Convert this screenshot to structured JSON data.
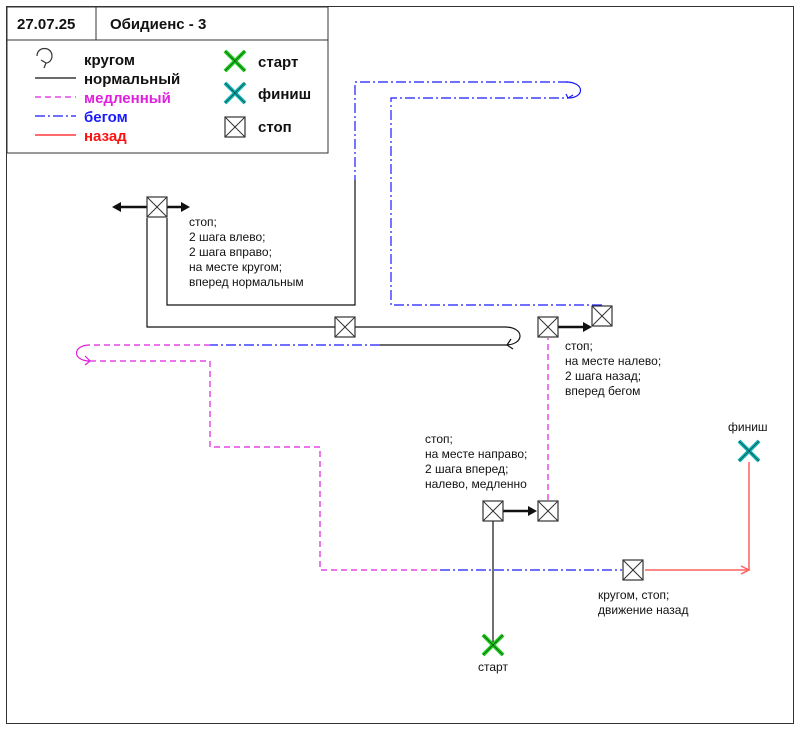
{
  "header": {
    "date": "27.07.25",
    "title": "Обидиенс - 3"
  },
  "legend": {
    "lines": [
      {
        "key": "round",
        "label": "кругом",
        "color": "#111111"
      },
      {
        "key": "normal",
        "label": "нормальный",
        "color": "#111111"
      },
      {
        "key": "slow",
        "label": "медленный",
        "color": "#e020e0"
      },
      {
        "key": "run",
        "label": "бегом",
        "color": "#1a1aff"
      },
      {
        "key": "back",
        "label": "назад",
        "color": "#ff1010"
      }
    ],
    "markers": [
      {
        "key": "start",
        "label": "старт",
        "color": "#22cc22"
      },
      {
        "key": "finish",
        "label": "финиш",
        "color": "#12b5b5"
      },
      {
        "key": "stop",
        "label": "стоп"
      }
    ]
  },
  "notes": {
    "n1": [
      "стоп;",
      "2 шага влево;",
      "2 шага вправо;",
      "на месте кругом;",
      "вперед нормальным"
    ],
    "n2": [
      "стоп;",
      "на месте налево;",
      "2 шага назад;",
      "вперед бегом"
    ],
    "n3": [
      "стоп;",
      "на месте направо;",
      "2 шага вперед;",
      "налево, медленно"
    ],
    "n4": [
      "кругом, стоп;",
      "движение назад"
    ]
  },
  "labels": {
    "start": "старт",
    "finish": "финиш"
  }
}
